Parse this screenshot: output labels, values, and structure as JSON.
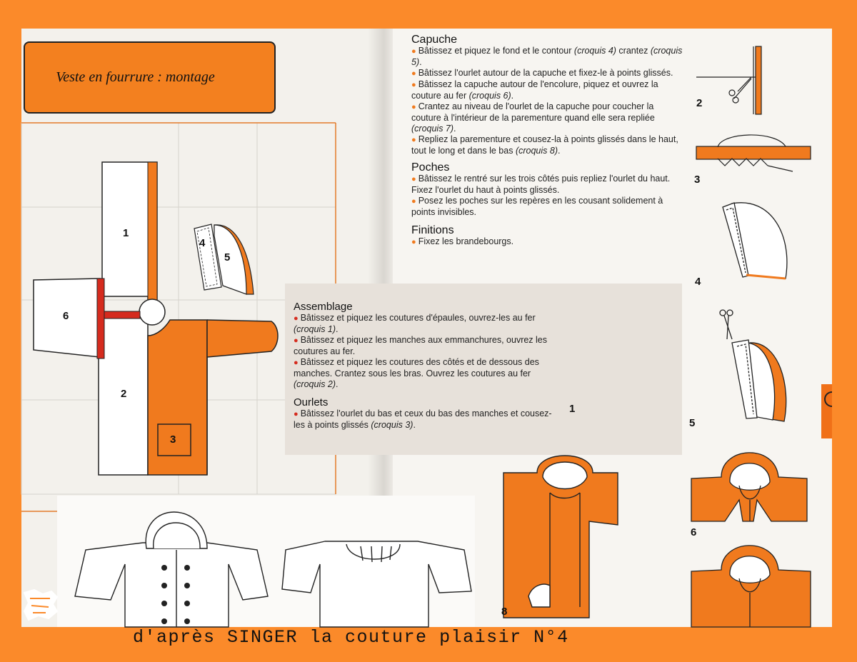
{
  "title": "Veste en fourrure :  montage",
  "capuche": {
    "heading": "Capuche",
    "items": [
      [
        "Bâtissez et piquez le fond et le contour ",
        "(croquis 4)",
        " crantez ",
        "(croquis 5)",
        "."
      ],
      [
        "Bâtissez l'ourlet autour de la capuche et fixez-le à points glissés."
      ],
      [
        "Bâtissez la capuche autour de l'encolure, piquez et ouvrez la couture au fer ",
        "(croquis 6)",
        "."
      ],
      [
        "Crantez au niveau de l'ourlet de la capuche pour coucher la couture à l'intérieur de la parementure quand elle sera repliée ",
        "(croquis 7)",
        "."
      ],
      [
        "Repliez la parementure et cousez-la à points glissés dans le haut, tout le long et dans le bas ",
        "(croquis 8)",
        "."
      ]
    ]
  },
  "poches": {
    "heading": "Poches",
    "items": [
      [
        "Bâtissez le rentré sur les trois côtés puis repliez l'ourlet du haut. Fixez l'ourlet du haut à points glissés."
      ],
      [
        "Posez les poches sur les repères en les cousant solidement à points invisibles."
      ]
    ]
  },
  "finitions": {
    "heading": "Finitions",
    "items": [
      [
        "Fixez les brandebourgs."
      ]
    ]
  },
  "assemblage": {
    "heading": "Assemblage",
    "items": [
      [
        "Bâtissez et piquez les coutures d'épaules, ouvrez-les au fer ",
        "(croquis 1)",
        "."
      ],
      [
        "Bâtissez et piquez les manches aux emmanchures, ouvrez les coutures au fer."
      ],
      [
        "Bâtissez et piquez les coutures des côtés et de dessous des manches. Crantez sous les bras. Ouvrez les coutures au fer ",
        "(croquis 2)",
        "."
      ]
    ]
  },
  "ourlets": {
    "heading": "Ourlets",
    "items": [
      [
        "Bâtissez l'ourlet du bas et ceux du bas des manches et cousez-les à points glissés ",
        "(croquis 3)",
        "."
      ]
    ]
  },
  "pattern_labels": [
    "1",
    "2",
    "3",
    "4",
    "5",
    "6"
  ],
  "sketch_labels": [
    "1",
    "2",
    "3",
    "4",
    "5",
    "6",
    "8"
  ],
  "footer": "d'après SINGER la couture plaisir N°4",
  "colors": {
    "frame": "#fb8a2a",
    "fabric": "#f07a1e",
    "bullet_orange": "#f07a1e",
    "bullet_red": "#d52b1e",
    "seam_red": "#d52b1e"
  }
}
